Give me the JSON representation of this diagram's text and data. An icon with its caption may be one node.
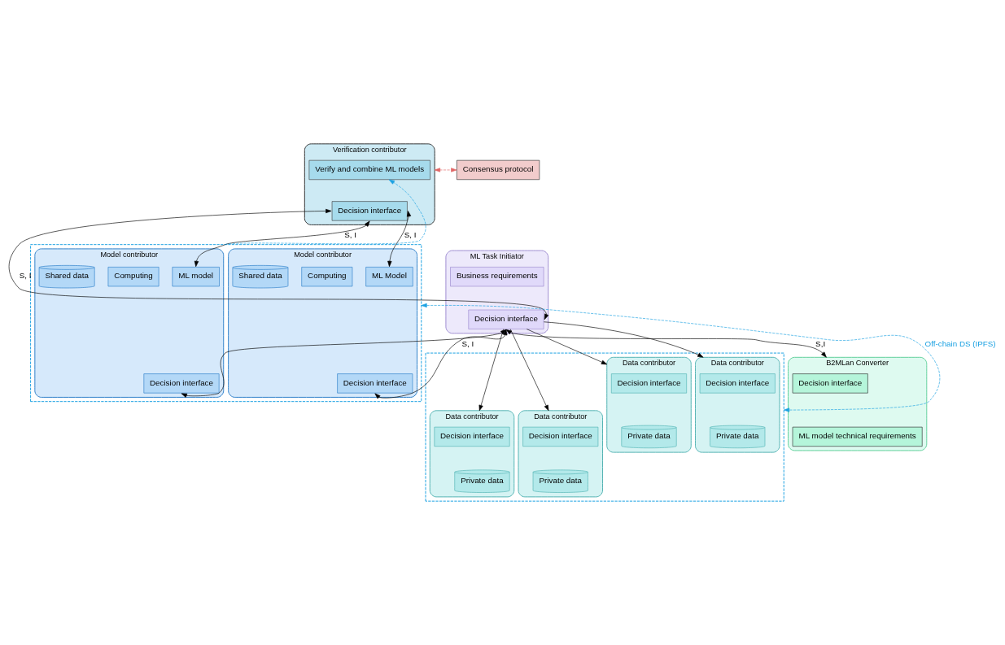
{
  "diagram": {
    "nodes": [
      {
        "text": [
          "Verification contributor"
        ]
      },
      {
        "text": [
          "Verify and combine ML models"
        ],
        "in": 0
      },
      {
        "text": [
          "Decision interface"
        ],
        "in": 0
      },
      {
        "text": [
          "Consensus protocol"
        ]
      },
      {
        "text": [
          "ML Task Initiator"
        ]
      },
      {
        "text": [
          "Business requirements"
        ],
        "in": 4
      },
      {
        "text": [
          "Decision interface"
        ],
        "in": 4
      },
      {
        "text": [],
        "shape": "box"
      },
      {
        "text": [
          "Model contributor"
        ],
        "in": 7
      },
      {
        "text": [
          "ML model"
        ],
        "in": 8
      },
      {
        "text": [
          "Computing"
        ],
        "in": 8
      },
      {
        "text": [
          "Shared data"
        ],
        "in": 8
      },
      {
        "text": [
          "Decision interface"
        ],
        "in": 8
      },
      {
        "text": [
          "Model contributor"
        ],
        "in": 7
      },
      {
        "text": [
          "ML Model"
        ],
        "in": 13
      },
      {
        "text": [
          "Computing"
        ],
        "in": 13
      },
      {
        "text": [
          "Shared data"
        ],
        "in": 13
      },
      {
        "text": [
          "Decision interface"
        ],
        "in": 13
      },
      {
        "text": [
          "B2MLan Converter"
        ]
      },
      {
        "text": [
          "Decision interface"
        ],
        "in": 18
      },
      {
        "text": [
          "ML model technical requirements"
        ],
        "in": 18
      },
      {
        "text": [],
        "shape": "box"
      },
      {
        "text": [
          "Data contributor"
        ],
        "in": 21
      },
      {
        "text": [
          "Decision interface"
        ],
        "in": 22
      },
      {
        "text": [
          "Private data"
        ],
        "in": 22
      },
      {
        "text": [
          "Data contributor"
        ],
        "in": 21
      },
      {
        "text": [
          "Decision interface"
        ],
        "in": 25
      },
      {
        "text": [
          "Private data"
        ],
        "in": 25
      },
      {
        "text": [
          "Data contributor"
        ],
        "in": 21
      },
      {
        "text": [
          "Decision interface"
        ],
        "in": 28
      },
      {
        "text": [
          "Private data"
        ],
        "in": 28
      },
      {
        "text": [
          "Data contributor"
        ],
        "in": 21
      },
      {
        "text": [
          "Decision interface"
        ],
        "in": 31
      },
      {
        "text": [
          "Private data"
        ],
        "in": 31
      }
    ],
    "edges": [
      {
        "from": 0,
        "to": 3,
        "arrow": "both",
        "style": "dashed",
        "color": "#e06666"
      },
      {
        "from": 7,
        "to": 1,
        "arrow": "to",
        "style": "dashed",
        "color": "#1ba1e2"
      },
      {
        "from": 2,
        "to": 6,
        "arrow": "both",
        "label": "S, I"
      },
      {
        "from": 2,
        "to": 9,
        "arrow": "both",
        "label": "S, I"
      },
      {
        "from": 2,
        "to": 14,
        "arrow": "both",
        "label": "S, I"
      },
      {
        "from": 6,
        "to": 18,
        "arrow": "both",
        "label": "S,I"
      },
      {
        "from": 6,
        "to": 12,
        "arrow": "both"
      },
      {
        "from": 6,
        "to": 17,
        "arrow": "both",
        "label": "S, I"
      },
      {
        "from": 6,
        "to": 22,
        "arrow": "to"
      },
      {
        "from": 6,
        "to": 25,
        "arrow": "to"
      },
      {
        "from": 6,
        "to": 28,
        "arrow": "to"
      },
      {
        "from": 6,
        "to": 31,
        "arrow": "to"
      },
      {
        "from": 7,
        "to": 21,
        "arrow": "both",
        "label": "Off-chain DS (IPFS)",
        "style": "dashed",
        "color": "#1ba1e2"
      }
    ]
  }
}
